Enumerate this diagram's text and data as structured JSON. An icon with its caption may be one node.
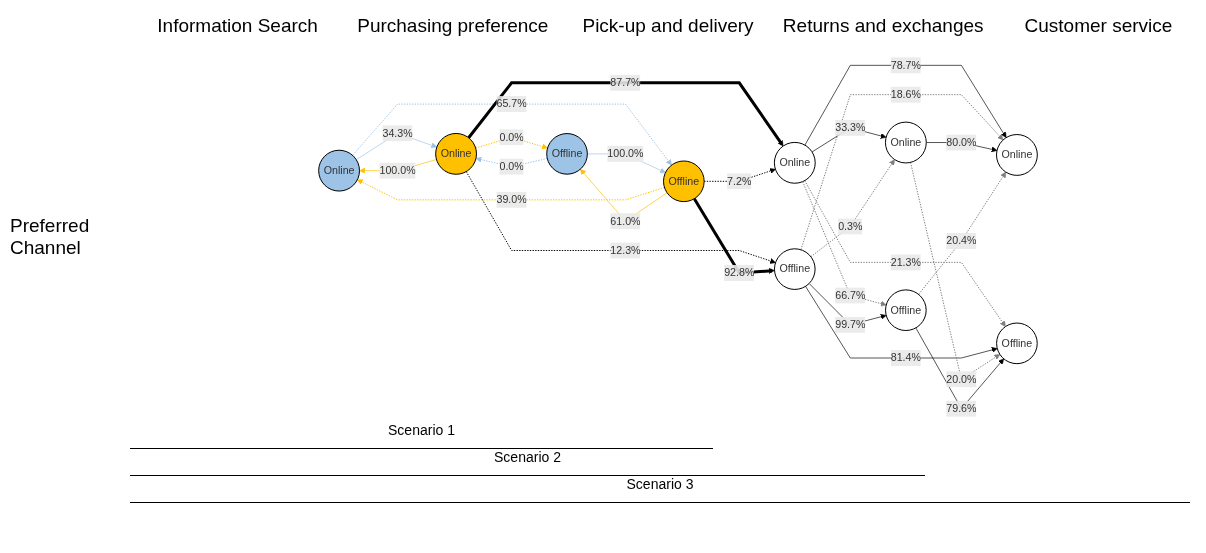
{
  "diagram": {
    "nodes": [
      {
        "text": [
          "Online"
        ]
      },
      {
        "text": [
          "Online"
        ]
      },
      {
        "text": [
          "Online"
        ]
      },
      {
        "text": [
          "Online"
        ]
      },
      {
        "text": [
          "Online"
        ]
      },
      {
        "text": [
          "Offline"
        ]
      },
      {
        "text": [
          "Offline"
        ]
      },
      {
        "text": [
          "Offline"
        ]
      },
      {
        "text": [
          "Offline"
        ]
      },
      {
        "text": [
          "Offline"
        ]
      }
    ],
    "edges": [
      {
        "from": 1,
        "to": 0,
        "arrow": "to",
        "label": "100.0%",
        "color": "#ffc000"
      },
      {
        "from": 0,
        "to": 1,
        "arrow": "to",
        "label": "34.3%",
        "color": "#9dc3e6"
      },
      {
        "from": 0,
        "to": 6,
        "arrow": "to",
        "label": "65.7%",
        "style": "dashed",
        "color": "#9dc3e6"
      },
      {
        "from": 1,
        "to": 5,
        "arrow": "to",
        "label": "0.0%",
        "style": "dashed",
        "color": "#ffc000"
      },
      {
        "from": 5,
        "to": 1,
        "arrow": "to",
        "label": "0.0%",
        "style": "dashed",
        "color": "#9dc3e6"
      },
      {
        "from": 6,
        "to": 0,
        "arrow": "to",
        "label": "39.0%",
        "style": "dashed",
        "color": "#ffc000"
      },
      {
        "from": 5,
        "to": 6,
        "arrow": "to",
        "label": "100.0%",
        "color": "#9dc3e6"
      },
      {
        "from": 6,
        "to": 5,
        "arrow": "to",
        "label": "61.0%",
        "color": "#ffc000"
      },
      {
        "from": 1,
        "to": 2,
        "arrow": "to",
        "label": "87.7%",
        "style": "thick"
      },
      {
        "from": 1,
        "to": 7,
        "arrow": "to",
        "label": "12.3%",
        "style": "dashed"
      },
      {
        "from": 6,
        "to": 2,
        "arrow": "to",
        "label": "7.2%",
        "style": "dashed"
      },
      {
        "from": 6,
        "to": 7,
        "arrow": "to",
        "label": "92.8%",
        "style": "thick"
      },
      {
        "from": 2,
        "to": 4,
        "arrow": "to",
        "label": "78.7%"
      },
      {
        "from": 2,
        "to": 3,
        "arrow": "to",
        "label": "33.3%"
      },
      {
        "from": 2,
        "to": 9,
        "arrow": "to",
        "label": "21.3%",
        "style": "dashed",
        "color": "#7f7f7f"
      },
      {
        "from": 2,
        "to": 8,
        "arrow": "to",
        "label": "66.7%",
        "style": "dashed",
        "color": "#7f7f7f"
      },
      {
        "from": 7,
        "to": 3,
        "arrow": "to",
        "label": "0.3%",
        "style": "dashed",
        "color": "#7f7f7f"
      },
      {
        "from": 7,
        "to": 4,
        "arrow": "to",
        "label": "18.6%",
        "style": "dashed",
        "color": "#7f7f7f"
      },
      {
        "from": 7,
        "to": 8,
        "arrow": "to",
        "label": "99.7%"
      },
      {
        "from": 7,
        "to": 9,
        "arrow": "to",
        "label": "81.4%"
      },
      {
        "from": 3,
        "to": 4,
        "arrow": "to",
        "label": "80.0%"
      },
      {
        "from": 3,
        "to": 9,
        "arrow": "to",
        "label": "20.0%",
        "style": "dashed",
        "color": "#7f7f7f"
      },
      {
        "from": 8,
        "to": 4,
        "arrow": "to",
        "label": "20.4%",
        "style": "dashed",
        "color": "#7f7f7f"
      },
      {
        "from": 8,
        "to": 9,
        "arrow": "to",
        "label": "79.6%"
      }
    ],
    "labels": [
      "Information Search",
      "Purchasing preference",
      "Pick-up and delivery",
      "Returns and exchanges",
      "Customer service",
      "Preferred Channel",
      "Scenario 1",
      "Scenario 2",
      "Scenario 3"
    ]
  }
}
